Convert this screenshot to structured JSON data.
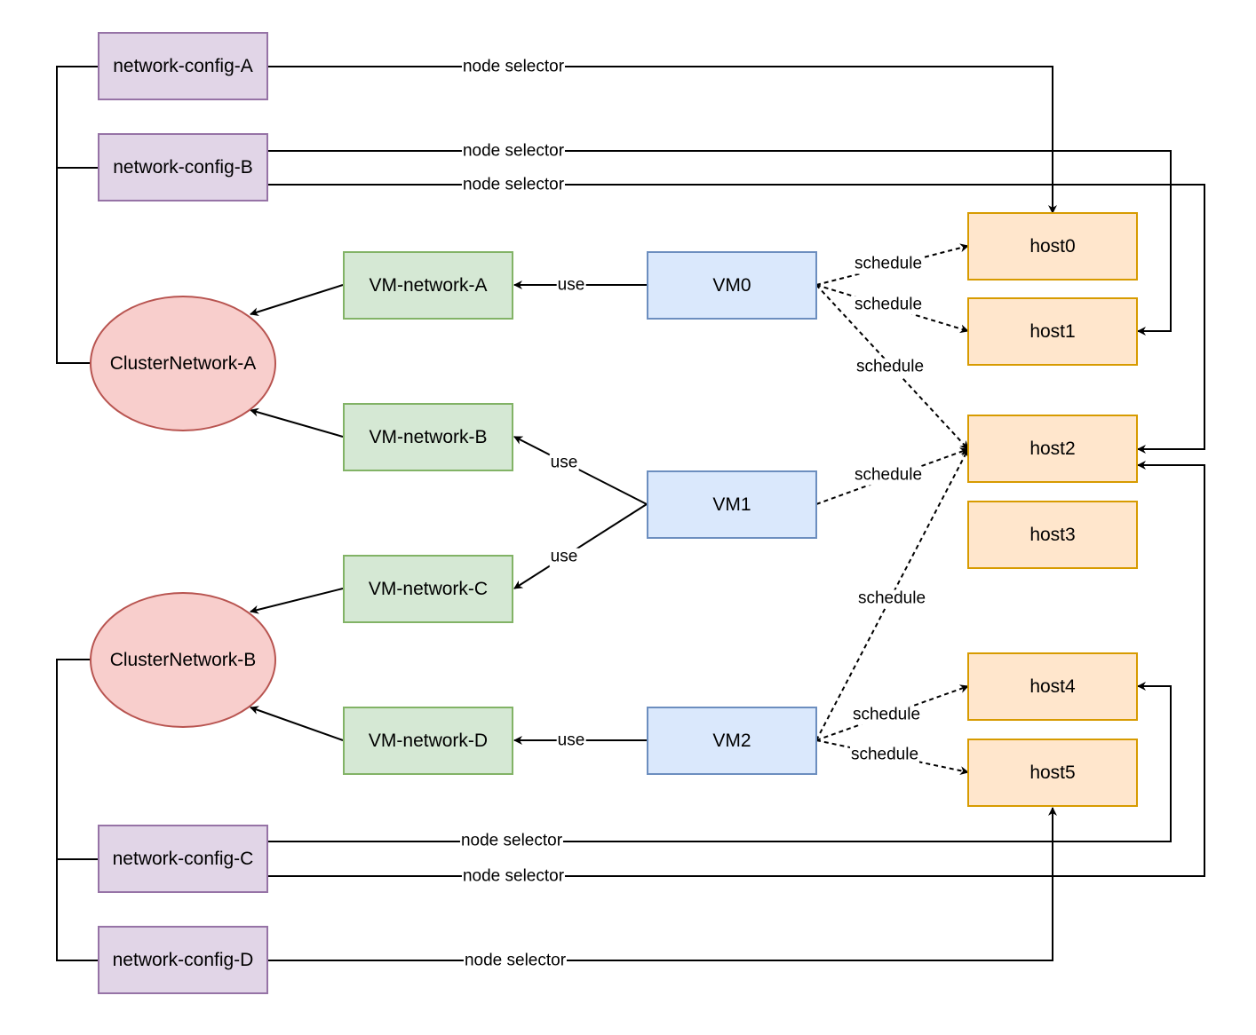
{
  "nodes": {
    "network_config_a": "network-config-A",
    "network_config_b": "network-config-B",
    "network_config_c": "network-config-C",
    "network_config_d": "network-config-D",
    "cluster_network_a": "ClusterNetwork-A",
    "cluster_network_b": "ClusterNetwork-B",
    "vm_network_a": "VM-network-A",
    "vm_network_b": "VM-network-B",
    "vm_network_c": "VM-network-C",
    "vm_network_d": "VM-network-D",
    "vm0": "VM0",
    "vm1": "VM1",
    "vm2": "VM2",
    "host0": "host0",
    "host1": "host1",
    "host2": "host2",
    "host3": "host3",
    "host4": "host4",
    "host5": "host5"
  },
  "edges": {
    "node_selector": "node selector",
    "use": "use",
    "schedule": "schedule"
  },
  "colors": {
    "config_fill": "#e1d5e7",
    "config_stroke": "#9673a6",
    "cluster_fill": "#f8cecc",
    "cluster_stroke": "#b85450",
    "vmnet_fill": "#d5e8d4",
    "vmnet_stroke": "#82b366",
    "vm_fill": "#dae8fc",
    "vm_stroke": "#6c8ebf",
    "host_fill": "#ffe6cc",
    "host_stroke": "#d79b00"
  }
}
